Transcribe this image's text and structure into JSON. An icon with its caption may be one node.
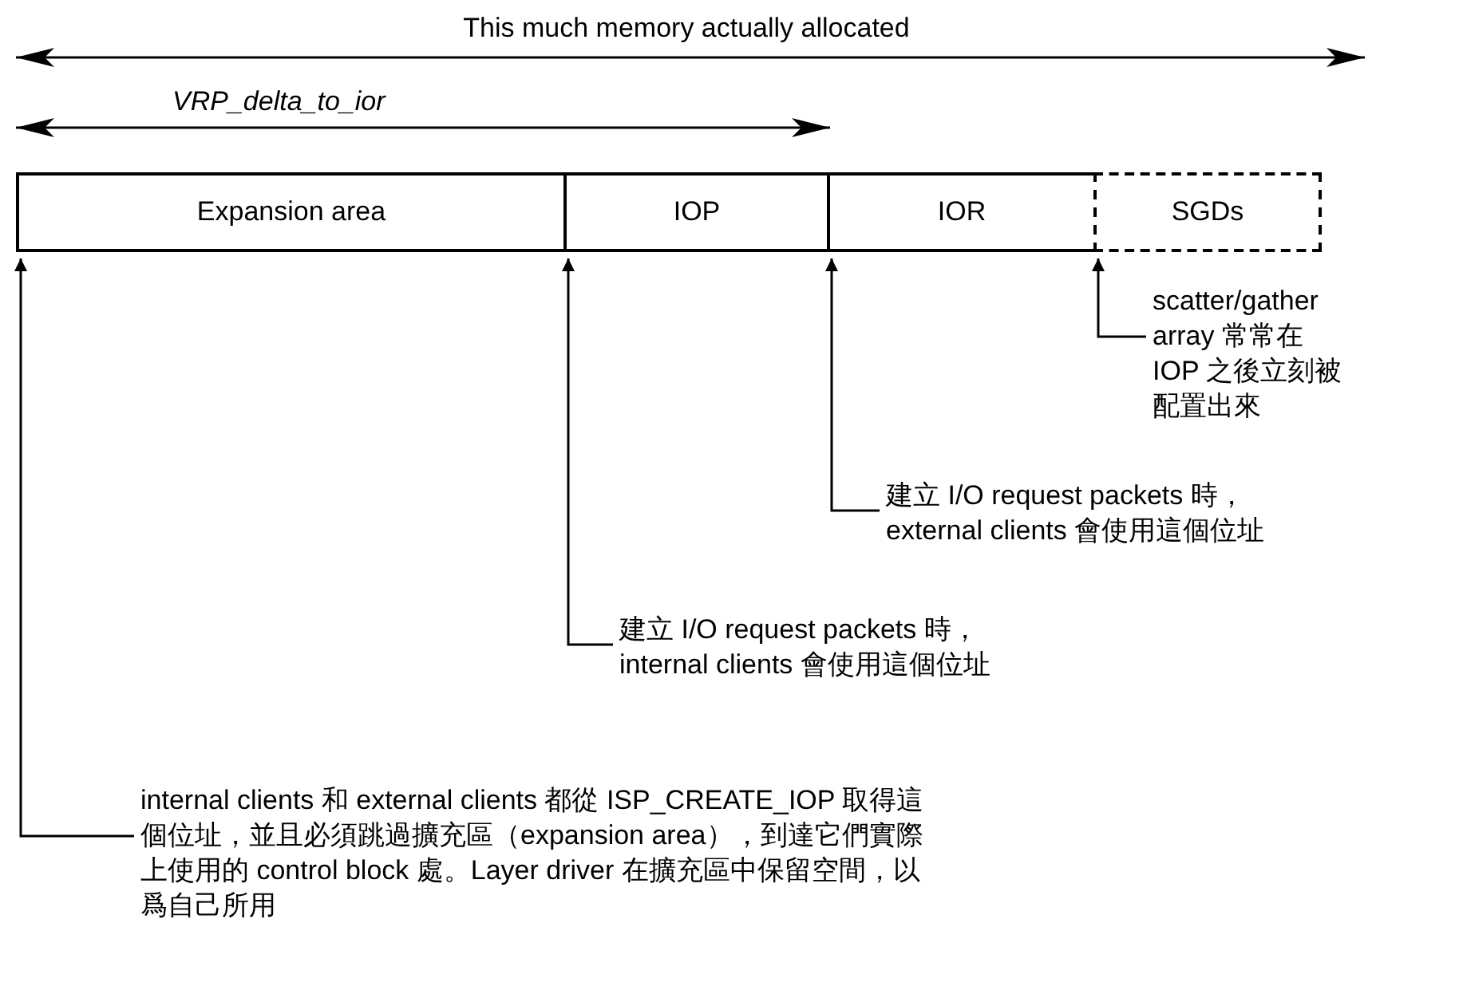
{
  "diagram": {
    "nodes": [
      {
        "text": [
          "Expansion area"
        ]
      },
      {
        "text": [
          "IOP"
        ]
      },
      {
        "text": [
          "IOR"
        ]
      },
      {
        "text": [
          "SGDs"
        ]
      },
      {
        "text": [
          "scatter/gather array 常常在 IOP 之後立刻被配置出來"
        ]
      },
      {
        "text": [
          "建立 I/O request packets 時，external clients 會使用這個位址"
        ]
      },
      {
        "text": [
          "建立 I/O request packets 時，internal clients 會使用這個位址"
        ]
      },
      {
        "text": [
          "internal clients 和 external clients 都從 ISP_CREATE_IOP 取得這個位址，並且必須跳過擴充區（expansion area），到達它們實際上使用的 control block 處。Layer driver 在擴充區中保留空間，以爲自己所用"
        ]
      }
    ],
    "edges": [
      {
        "from": 4,
        "to": 3,
        "arrow": "to"
      },
      {
        "from": 5,
        "to": 2,
        "arrow": "to"
      },
      {
        "from": 6,
        "to": 1,
        "arrow": "to"
      },
      {
        "from": 7,
        "to": 0,
        "arrow": "to"
      }
    ],
    "labels": [
      "This much memory actually allocated",
      "VRP_delta_to_ior"
    ]
  }
}
